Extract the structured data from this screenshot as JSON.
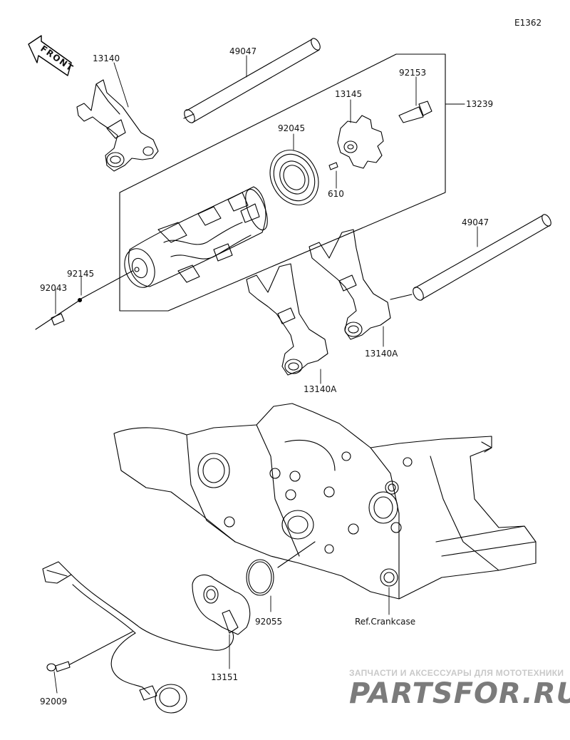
{
  "diagram_id": "E1362",
  "front_label": "FRONT",
  "callouts": {
    "p13140": "13140",
    "p49047_top": "49047",
    "p92153": "92153",
    "p13145": "13145",
    "p13239": "13239",
    "p92045": "92045",
    "p610": "610",
    "p49047_right": "49047",
    "p92145": "92145",
    "p92043": "92043",
    "p13140A_right": "13140A",
    "p13140A_left": "13140A",
    "p92055": "92055",
    "ref_crankcase": "Ref.Crankcase",
    "p13151": "13151",
    "p92009": "92009"
  },
  "watermark": {
    "tagline": "ЗАПЧАСТИ И АКСЕССУАРЫ ДЛЯ МОТОТЕХНИКИ",
    "logo": "PARTSFOR.RU",
    "logo_color": "#d6262b"
  }
}
